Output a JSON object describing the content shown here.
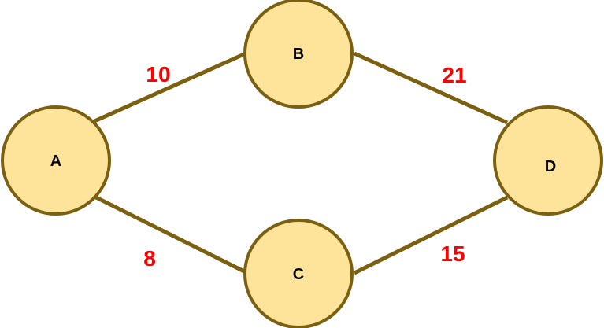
{
  "colors": {
    "node_fill": "#fde49a",
    "node_stroke": "#7a6010",
    "edge": "#7a6010",
    "weight_text": "#ff0000",
    "node_text": "#000000"
  },
  "nodes": {
    "a": {
      "label": "A"
    },
    "b": {
      "label": "B"
    },
    "c": {
      "label": "C"
    },
    "d": {
      "label": "D"
    }
  },
  "edges": {
    "ab": {
      "from": "A",
      "to": "B",
      "weight": "10"
    },
    "ac": {
      "from": "A",
      "to": "C",
      "weight": "8"
    },
    "bd": {
      "from": "B",
      "to": "D",
      "weight": "21"
    },
    "cd": {
      "from": "C",
      "to": "D",
      "weight": "15"
    }
  }
}
